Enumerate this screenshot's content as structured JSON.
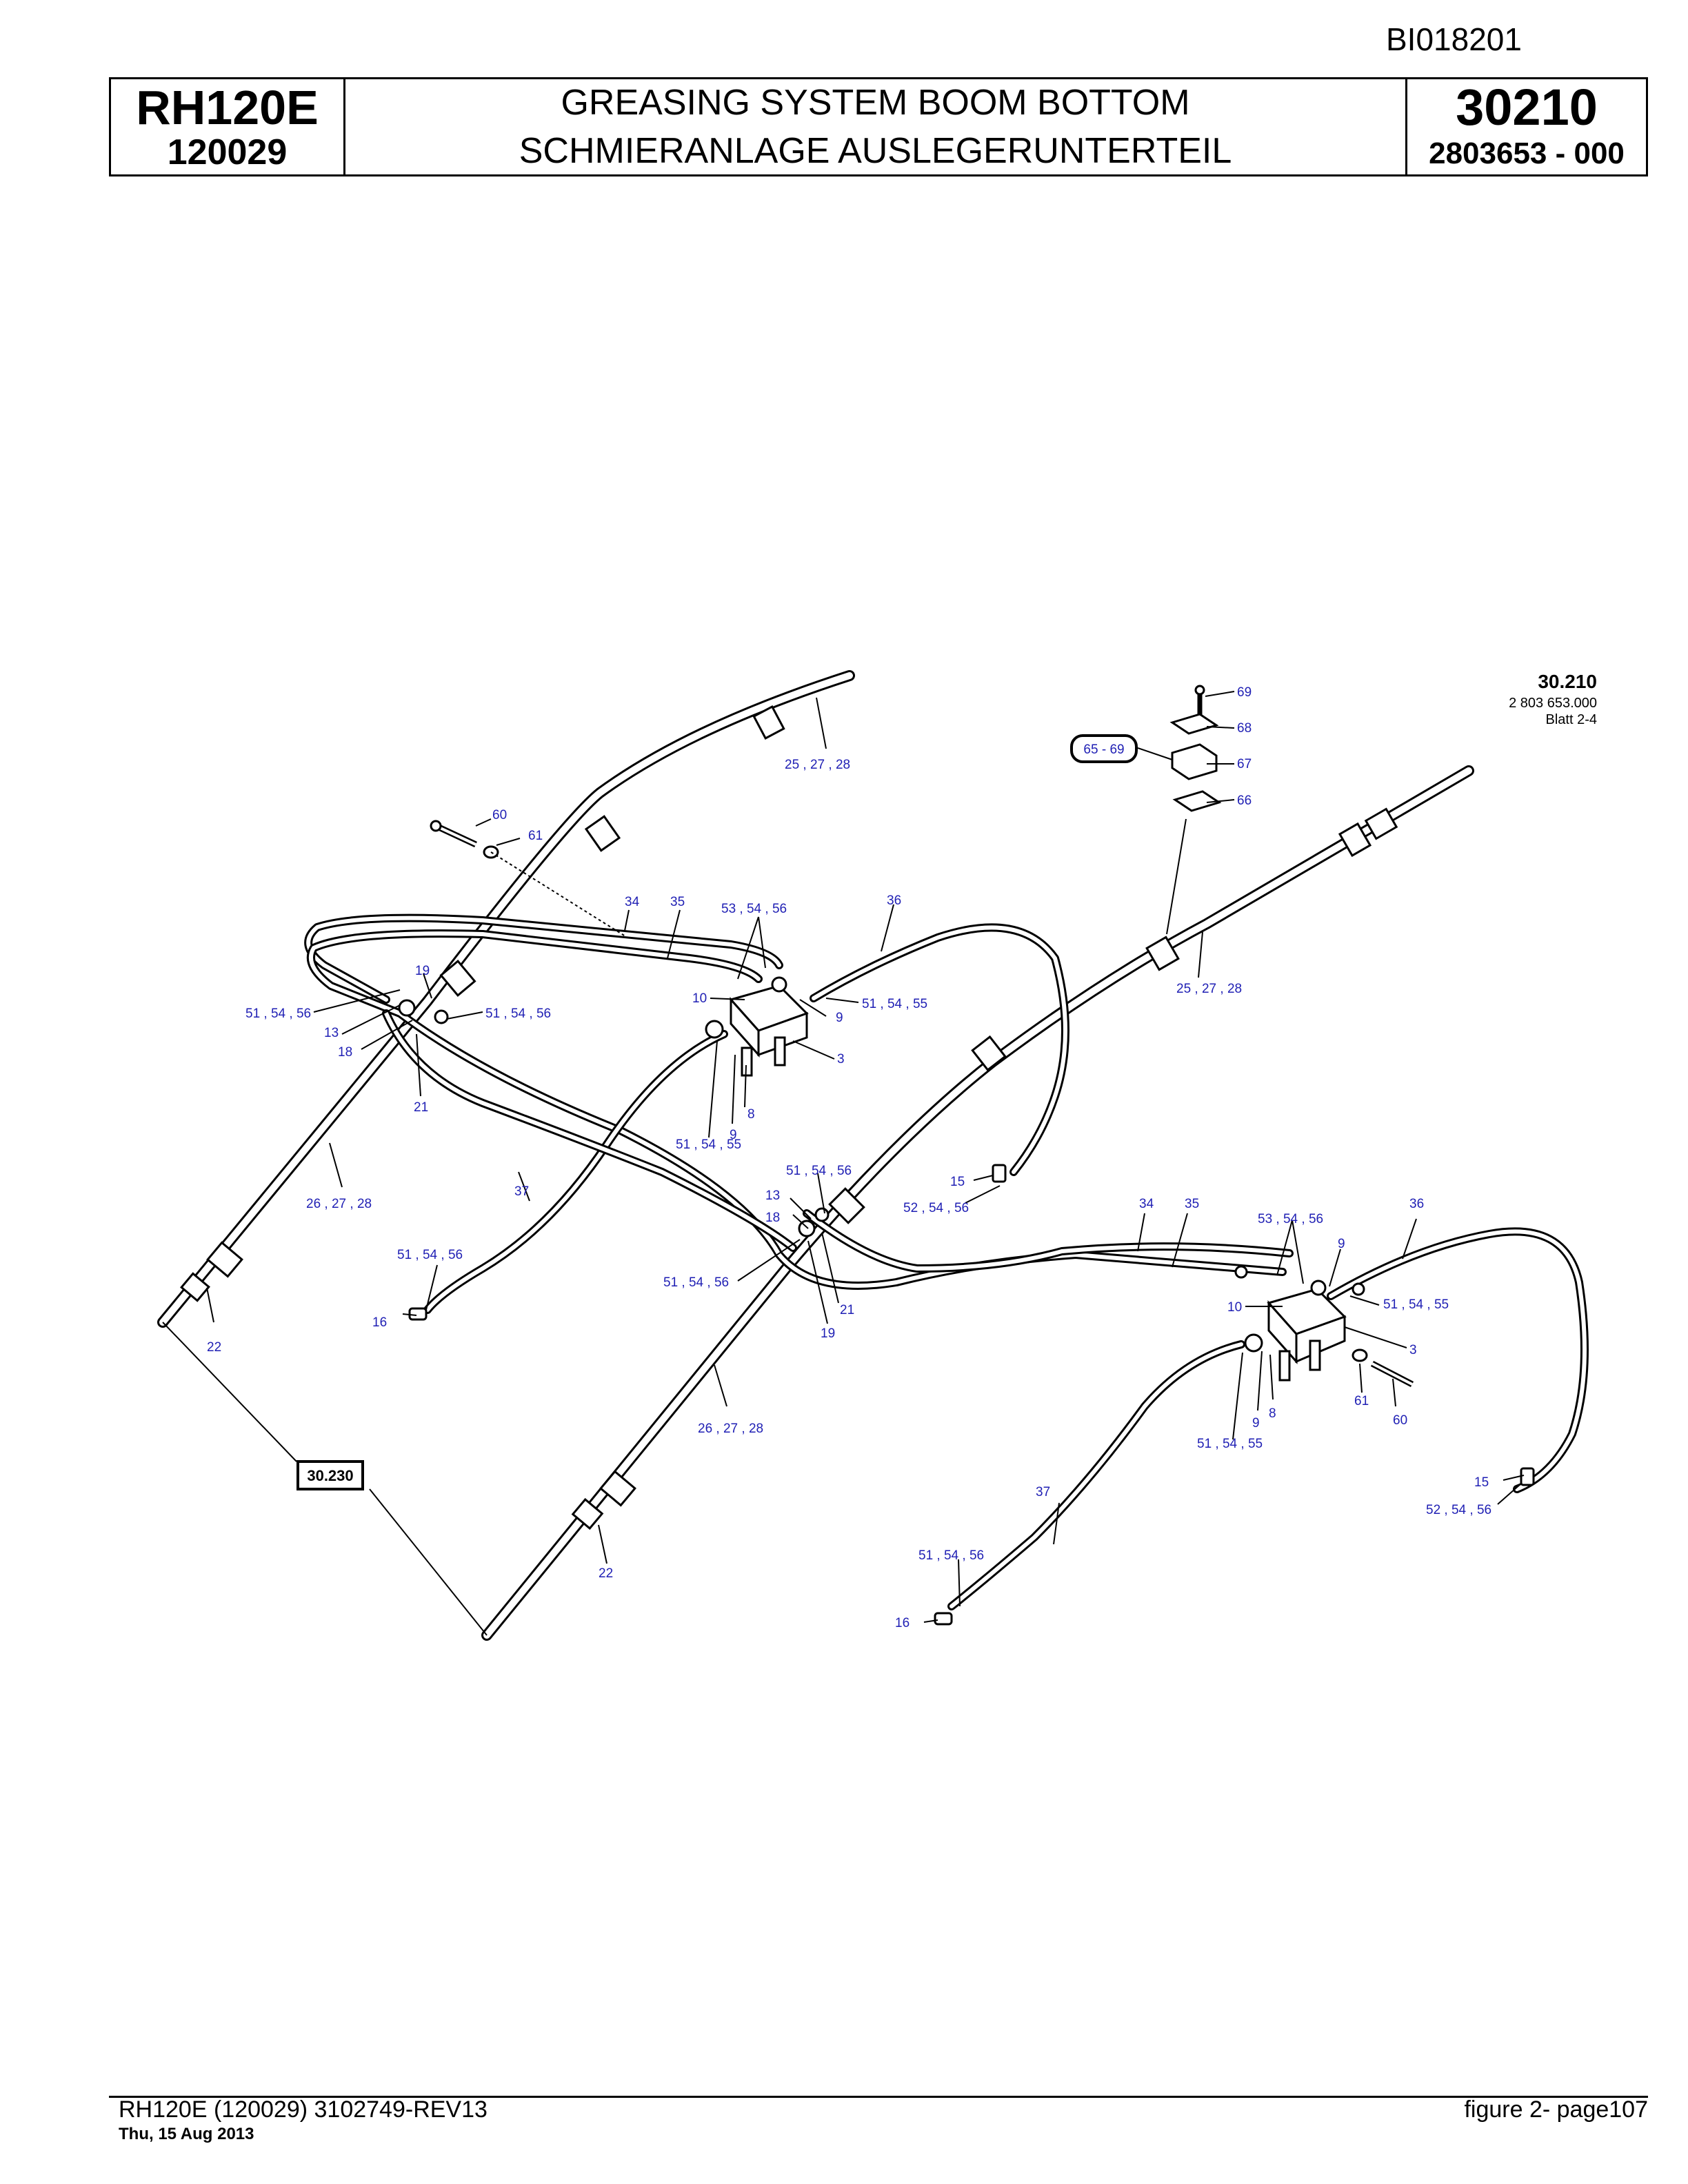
{
  "header": {
    "doc_id": "BI018201",
    "model": "RH120E",
    "serial": "120029",
    "title_en": "GREASING SYSTEM BOOM BOTTOM",
    "title_de": "SCHMIERANLAGE AUSLEGERUNTERTEIL",
    "group": "30210",
    "part_number": "2803653 - 000"
  },
  "reference": {
    "code": "30.210",
    "number": "2 803 653.000",
    "sheet": "Blatt 2-4"
  },
  "callouts": {
    "c69": "69",
    "c68": "68",
    "c67": "67",
    "c66": "66",
    "kit": "65 - 69",
    "ref_box": "30.230",
    "a25": "25 , 27 , 28",
    "a60": "60",
    "a61": "61",
    "a34": "34",
    "a35": "35",
    "a53": "53 , 54 , 56",
    "a36": "36",
    "a19": "19",
    "a51a": "51 , 54 , 56",
    "a13": "13",
    "a18": "18",
    "a51b": "51 , 54 , 56",
    "a10": "10",
    "a9": "9",
    "a51c": "51 , 54 , 55",
    "a3": "3",
    "a21": "21",
    "a9b": "9",
    "a8": "8",
    "a51d": "51 , 54 , 55",
    "a25b": "25 , 27 , 28",
    "a26": "26 , 27 , 28",
    "a37": "37",
    "a51e": "51 , 54 , 56",
    "a16": "16",
    "a22": "22",
    "b51a": "51 , 54 , 56",
    "b15": "15",
    "b52": "52 , 54 , 56",
    "b13": "13",
    "b18": "18",
    "b51b": "51 , 54 , 56",
    "b21": "21",
    "b19": "19",
    "b34": "34",
    "b35": "35",
    "b53": "53 , 54 , 56",
    "b36": "36",
    "b9": "9",
    "b10": "10",
    "b51c": "51 , 54 , 55",
    "b3": "3",
    "b61": "61",
    "b60": "60",
    "b9b": "9",
    "b8": "8",
    "b51d": "51 , 54 , 55",
    "b26": "26 , 27 , 28",
    "b22": "22",
    "b37": "37",
    "b51e": "51 , 54 , 56",
    "b16": "16",
    "c15": "15",
    "c52": "52 , 54 , 56"
  },
  "footer": {
    "left": "RH120E (120029) 3102749-REV13",
    "date": "Thu, 15 Aug 2013",
    "right": "figure  2- page107"
  },
  "colors": {
    "line": "#000000",
    "callout_text": "#1f1fb4"
  }
}
